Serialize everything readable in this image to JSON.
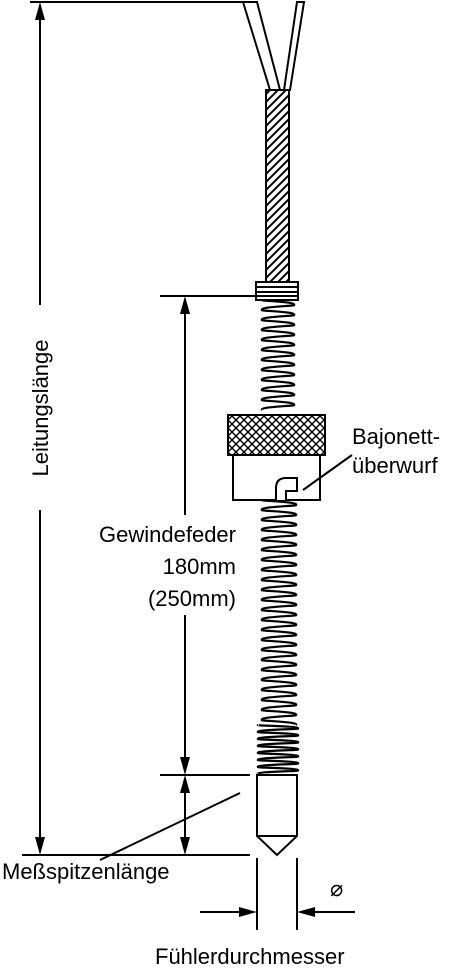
{
  "labels": {
    "leitungslaenge": "Leitungslänge",
    "gewindefeder_line1": "Gewindefeder",
    "gewindefeder_line2": "180mm",
    "gewindefeder_line3": "(250mm)",
    "bajonett_line1": "Bajonett-",
    "bajonett_line2": "überwurf",
    "messspitzenlaenge": "Meßspitzenlänge",
    "diameter_symbol": "⌀",
    "fuehlerdurchmesser": "Fühlerdurchmesser"
  }
}
